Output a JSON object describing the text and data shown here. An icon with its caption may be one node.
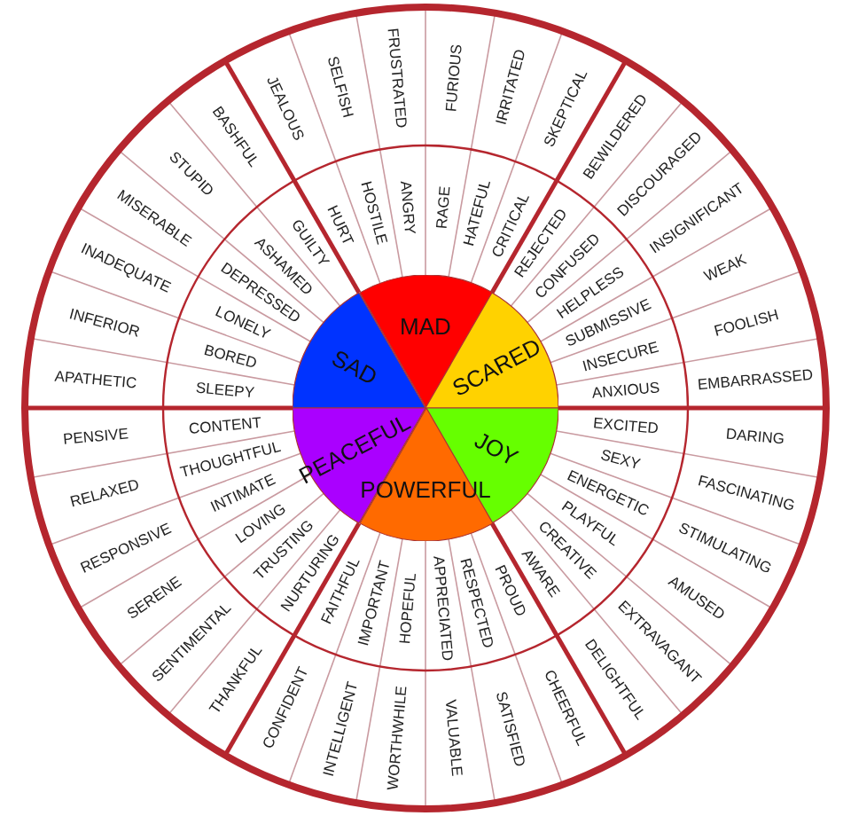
{
  "diagram": {
    "nodes": [
      {
        "text": [
          "MAD"
        ]
      },
      {
        "text": [
          "SCARED"
        ]
      },
      {
        "text": [
          "JOY"
        ]
      },
      {
        "text": [
          "POWERFUL"
        ]
      },
      {
        "text": [
          "PEACEFUL"
        ]
      },
      {
        "text": [
          "SAD"
        ]
      },
      {
        "text": [
          "HURT"
        ]
      },
      {
        "text": [
          "HOSTILE"
        ]
      },
      {
        "text": [
          "ANGRY"
        ]
      },
      {
        "text": [
          "RAGE"
        ]
      },
      {
        "text": [
          "HATEFUL"
        ]
      },
      {
        "text": [
          "CRITICAL"
        ]
      },
      {
        "text": [
          "REJECTED"
        ]
      },
      {
        "text": [
          "CONFUSED"
        ]
      },
      {
        "text": [
          "HELPLESS"
        ]
      },
      {
        "text": [
          "SUBMISSIVE"
        ]
      },
      {
        "text": [
          "INSECURE"
        ]
      },
      {
        "text": [
          "ANXIOUS"
        ]
      },
      {
        "text": [
          "EXCITED"
        ]
      },
      {
        "text": [
          "SEXY"
        ]
      },
      {
        "text": [
          "ENERGETIC"
        ]
      },
      {
        "text": [
          "PLAYFUL"
        ]
      },
      {
        "text": [
          "CREATIVE"
        ]
      },
      {
        "text": [
          "AWARE"
        ]
      },
      {
        "text": [
          "PROUD"
        ]
      },
      {
        "text": [
          "RESPECTED"
        ]
      },
      {
        "text": [
          "APPRECIATED"
        ]
      },
      {
        "text": [
          "HOPEFUL"
        ]
      },
      {
        "text": [
          "IMPORTANT"
        ]
      },
      {
        "text": [
          "FAITHFUL"
        ]
      },
      {
        "text": [
          "NURTURING"
        ]
      },
      {
        "text": [
          "TRUSTING"
        ]
      },
      {
        "text": [
          "LOVING"
        ]
      },
      {
        "text": [
          "INTIMATE"
        ]
      },
      {
        "text": [
          "THOUGHTFUL"
        ]
      },
      {
        "text": [
          "CONTENT"
        ]
      },
      {
        "text": [
          "SLEEPY"
        ]
      },
      {
        "text": [
          "BORED"
        ]
      },
      {
        "text": [
          "LONELY"
        ]
      },
      {
        "text": [
          "DEPRESSED"
        ]
      },
      {
        "text": [
          "ASHAMED"
        ]
      },
      {
        "text": [
          "GUILTY"
        ]
      },
      {
        "text": [
          "JEALOUS"
        ]
      },
      {
        "text": [
          "SELFISH"
        ]
      },
      {
        "text": [
          "FRUSTRATED"
        ]
      },
      {
        "text": [
          "FURIOUS"
        ]
      },
      {
        "text": [
          "IRRITATED"
        ]
      },
      {
        "text": [
          "SKEPTICAL"
        ]
      },
      {
        "text": [
          "BEWILDERED"
        ]
      },
      {
        "text": [
          "DISCOURAGED"
        ]
      },
      {
        "text": [
          "INSIGNIFICANT"
        ]
      },
      {
        "text": [
          "WEAK"
        ]
      },
      {
        "text": [
          "FOOLISH"
        ]
      },
      {
        "text": [
          "EMBARRASSED"
        ]
      },
      {
        "text": [
          "DARING"
        ]
      },
      {
        "text": [
          "FASCINATING"
        ]
      },
      {
        "text": [
          "STIMULATING"
        ]
      },
      {
        "text": [
          "AMUSED"
        ]
      },
      {
        "text": [
          "EXTRAVAGANT"
        ]
      },
      {
        "text": [
          "DELIGHTFUL"
        ]
      },
      {
        "text": [
          "CHEERFUL"
        ]
      },
      {
        "text": [
          "SATISFIED"
        ]
      },
      {
        "text": [
          "VALUABLE"
        ]
      },
      {
        "text": [
          "WORTHWHILE"
        ]
      },
      {
        "text": [
          "INTELLIGENT"
        ]
      },
      {
        "text": [
          "CONFIDENT"
        ]
      },
      {
        "text": [
          "THANKFUL"
        ]
      },
      {
        "text": [
          "SENTIMENTAL"
        ]
      },
      {
        "text": [
          "SERENE"
        ]
      },
      {
        "text": [
          "RESPONSIVE"
        ]
      },
      {
        "text": [
          "RELAXED"
        ]
      },
      {
        "text": [
          "PENSIVE"
        ]
      },
      {
        "text": [
          "APATHETIC"
        ]
      },
      {
        "text": [
          "INFERIOR"
        ]
      },
      {
        "text": [
          "INADEQUATE"
        ]
      },
      {
        "text": [
          "MISERABLE"
        ]
      },
      {
        "text": [
          "STUPID"
        ]
      },
      {
        "text": [
          "BASHFUL"
        ]
      }
    ]
  }
}
